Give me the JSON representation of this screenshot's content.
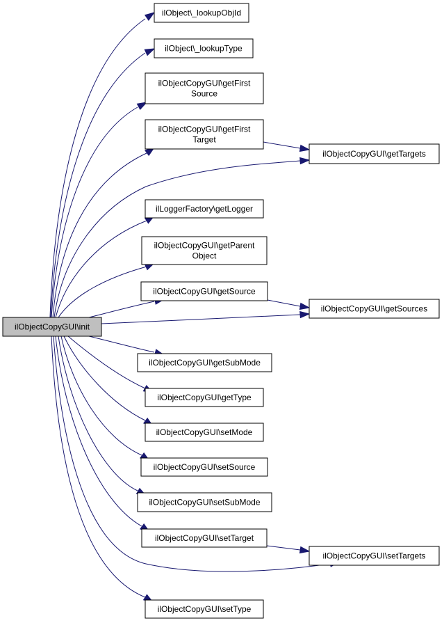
{
  "colors": {
    "root_fill": "#bfbfbf",
    "node_fill": "#ffffff",
    "edge": "#191970"
  },
  "root": "ilObjectCopyGUI\\init",
  "nodes": [
    {
      "id": "root",
      "lines": [
        "ilObjectCopyGUI\\init"
      ],
      "root": true
    },
    {
      "id": "lookupObjId",
      "lines": [
        "ilObject\\_lookupObjId"
      ]
    },
    {
      "id": "lookupType",
      "lines": [
        "ilObject\\_lookupType"
      ]
    },
    {
      "id": "getFirstSource",
      "lines": [
        "ilObjectCopyGUI\\getFirst",
        "Source"
      ]
    },
    {
      "id": "getFirstTarget",
      "lines": [
        "ilObjectCopyGUI\\getFirst",
        "Target"
      ]
    },
    {
      "id": "getTargets",
      "lines": [
        "ilObjectCopyGUI\\getTargets"
      ]
    },
    {
      "id": "getLogger",
      "lines": [
        "ilLoggerFactory\\getLogger"
      ]
    },
    {
      "id": "getParentObject",
      "lines": [
        "ilObjectCopyGUI\\getParent",
        "Object"
      ]
    },
    {
      "id": "getSource",
      "lines": [
        "ilObjectCopyGUI\\getSource"
      ]
    },
    {
      "id": "getSources",
      "lines": [
        "ilObjectCopyGUI\\getSources"
      ]
    },
    {
      "id": "getSubMode",
      "lines": [
        "ilObjectCopyGUI\\getSubMode"
      ]
    },
    {
      "id": "getType",
      "lines": [
        "ilObjectCopyGUI\\getType"
      ]
    },
    {
      "id": "setMode",
      "lines": [
        "ilObjectCopyGUI\\setMode"
      ]
    },
    {
      "id": "setSource",
      "lines": [
        "ilObjectCopyGUI\\setSource"
      ]
    },
    {
      "id": "setSubMode",
      "lines": [
        "ilObjectCopyGUI\\setSubMode"
      ]
    },
    {
      "id": "setTarget",
      "lines": [
        "ilObjectCopyGUI\\setTarget"
      ]
    },
    {
      "id": "setTargets",
      "lines": [
        "ilObjectCopyGUI\\setTargets"
      ]
    },
    {
      "id": "setType",
      "lines": [
        "ilObjectCopyGUI\\setType"
      ]
    }
  ],
  "edges": [
    {
      "from": "root",
      "to": "lookupObjId"
    },
    {
      "from": "root",
      "to": "lookupType"
    },
    {
      "from": "root",
      "to": "getFirstSource"
    },
    {
      "from": "root",
      "to": "getFirstTarget"
    },
    {
      "from": "root",
      "to": "getTargets"
    },
    {
      "from": "root",
      "to": "getLogger"
    },
    {
      "from": "root",
      "to": "getParentObject"
    },
    {
      "from": "root",
      "to": "getSource"
    },
    {
      "from": "root",
      "to": "getSources"
    },
    {
      "from": "root",
      "to": "getSubMode"
    },
    {
      "from": "root",
      "to": "getType"
    },
    {
      "from": "root",
      "to": "setMode"
    },
    {
      "from": "root",
      "to": "setSource"
    },
    {
      "from": "root",
      "to": "setSubMode"
    },
    {
      "from": "root",
      "to": "setTarget"
    },
    {
      "from": "root",
      "to": "setTargets"
    },
    {
      "from": "root",
      "to": "setType"
    },
    {
      "from": "getFirstTarget",
      "to": "getTargets"
    },
    {
      "from": "getSource",
      "to": "getSources"
    },
    {
      "from": "setTarget",
      "to": "setTargets"
    }
  ]
}
